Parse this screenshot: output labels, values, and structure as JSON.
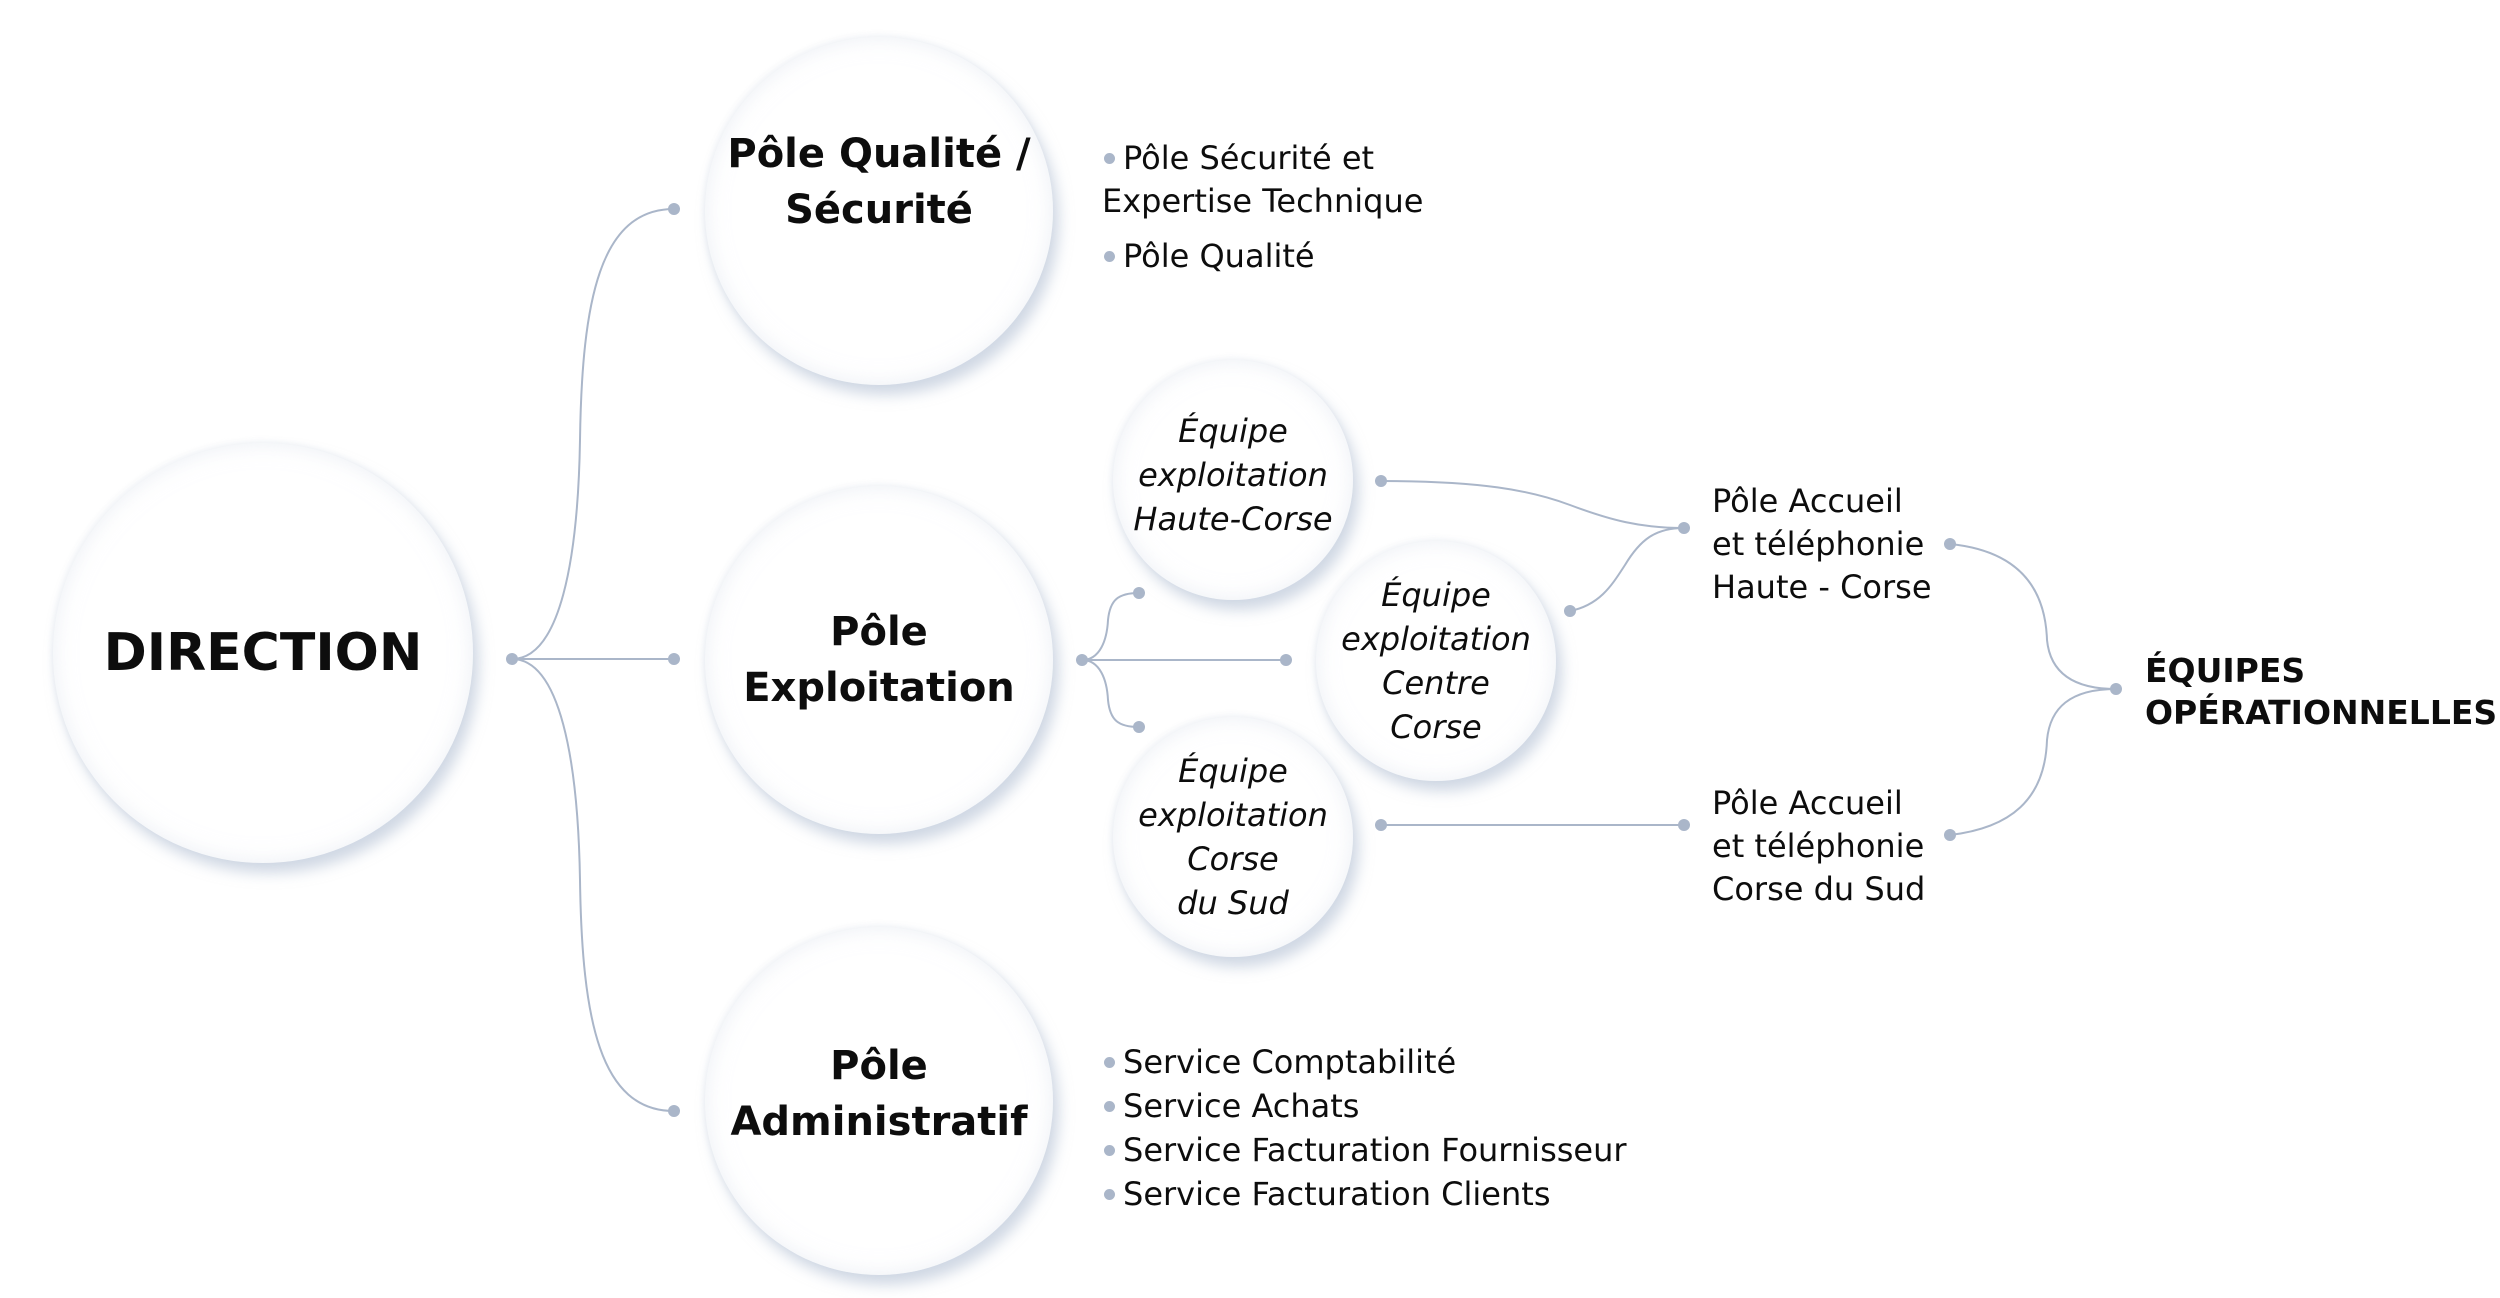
{
  "colors": {
    "connector": "#aab6c9",
    "node_fill": "#ffffff",
    "node_shadow": "#d8dee8",
    "text": "#0d0d0d"
  },
  "direction": {
    "label": "DIRECTION"
  },
  "poles": {
    "qualite": {
      "label": "Pôle Qualité /\nSécurité",
      "items": [
        {
          "line1": "Pôle Sécurité et",
          "line2": "Expertise Technique"
        },
        {
          "line1": "Pôle Qualité",
          "line2": ""
        }
      ]
    },
    "exploitation": {
      "label": "Pôle\nExploitation",
      "teams": [
        {
          "label": "Équipe\nexploitation\nHaute-Corse"
        },
        {
          "label": "Équipe\nexploitation\nCentre\nCorse"
        },
        {
          "label": "Équipe\nexploitation\nCorse\ndu Sud"
        }
      ]
    },
    "administratif": {
      "label": "Pôle\nAdministratif",
      "items": [
        "Service Comptabilité",
        "Service Achats",
        "Service Facturation Fournisseur",
        "Service Facturation Clients"
      ]
    }
  },
  "accueil": {
    "haute_corse": {
      "label": "Pôle Accueil\net téléphonie\nHaute - Corse"
    },
    "corse_du_sud": {
      "label": "Pôle Accueil\net téléphonie\nCorse du Sud"
    }
  },
  "final": {
    "label": "ÉQUIPES\nOPÉRATIONNELLES"
  }
}
